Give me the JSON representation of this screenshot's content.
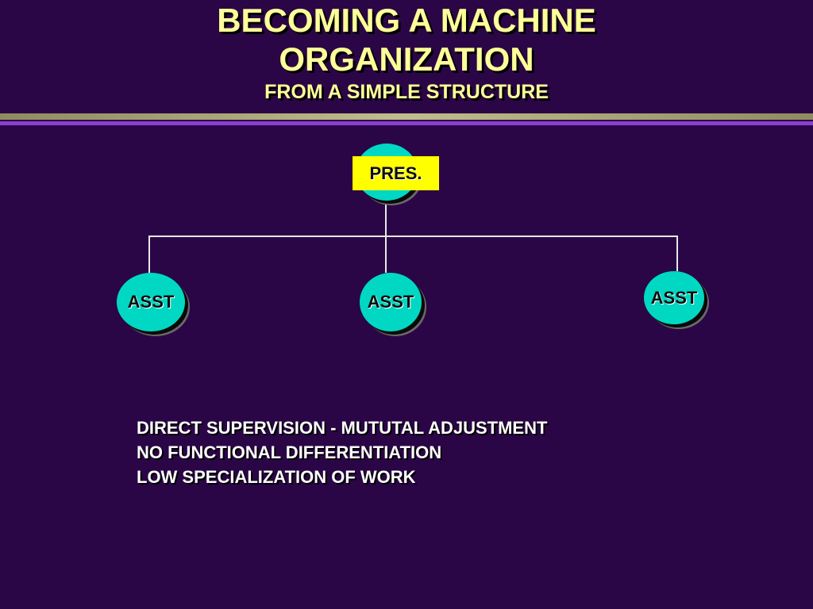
{
  "slide": {
    "title_line1": "BECOMING A MACHINE",
    "title_line2": "ORGANIZATION",
    "subtitle": "FROM A SIMPLE STRUCTURE"
  },
  "org_chart": {
    "top_node": "PRES.",
    "children": [
      "ASST",
      "ASST",
      "ASST"
    ]
  },
  "bullets": [
    "DIRECT SUPERVISION - MUTUTAL ADJUSTMENT",
    "NO FUNCTIONAL DIFFERENTIATION",
    "LOW SPECIALIZATION OF WORK"
  ],
  "colors": {
    "background": "#2b0646",
    "title": "#ffff99",
    "node_fill": "#00d8c4",
    "label_fill": "#ffff00",
    "divider_purple": "#8a3fd0"
  }
}
